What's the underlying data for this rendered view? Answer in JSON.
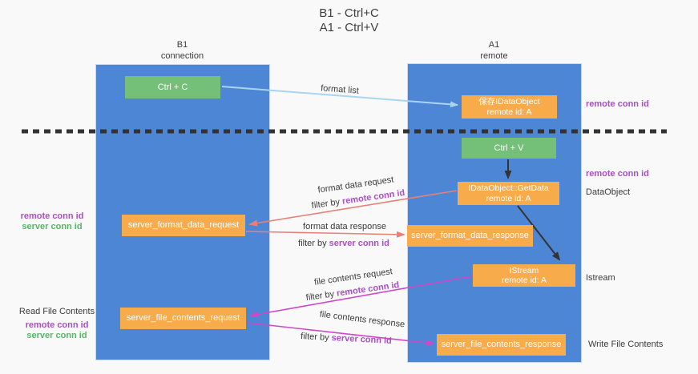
{
  "title": {
    "line1": "B1 - Ctrl+C",
    "line2": "A1 - Ctrl+V"
  },
  "lifelines": {
    "left": {
      "name": "B1",
      "role": "connection"
    },
    "right": {
      "name": "A1",
      "role": "remote"
    }
  },
  "nodes": {
    "ctrl_c": "Ctrl + C",
    "ctrl_v": "Ctrl + V",
    "save_dataobject": {
      "line1": "保存IDataObject",
      "line2": "remote id: A"
    },
    "getdata": {
      "line1": "IDataObject::GetData",
      "line2": "remote id: A"
    },
    "istream": {
      "line1": "IStream",
      "line2": "remote id: A"
    },
    "format_request": "server_format_data_request",
    "format_response": "server_format_data_response",
    "file_request": "server_file_contents_request",
    "file_response": "server_file_contents_response"
  },
  "edge_labels": {
    "format_list": "format list",
    "format_data_request": "format data request",
    "format_data_response": "format data response",
    "file_contents_request": "file contents request",
    "file_contents_response": "file contents response",
    "filter_by": "filter by",
    "remote_conn_id": "remote conn id",
    "server_conn_id": "server conn id"
  },
  "side_labels": {
    "right_top_remote": "remote conn id",
    "right_mid_remote": "remote conn id",
    "dataobject": "DataObject",
    "istream": "Istream",
    "write_file_contents": "Write File Contents",
    "left_mid_remote": "remote conn id",
    "left_mid_server": "server conn id",
    "read_file_contents": "Read File Contents",
    "left_bottom_remote": "remote conn id",
    "left_bottom_server": "server conn id"
  },
  "colors": {
    "lifeline_blue": "#4e86d6",
    "node_orange": "#f8ab4a",
    "node_green": "#74c078",
    "arrow_red": "#e88078",
    "arrow_magenta": "#ce49c5",
    "arrow_light_blue": "#a9d4f2",
    "arrow_black": "#333333",
    "conn_id_purple": "#a94fc2",
    "conn_id_green": "#58b368",
    "background": "#f9f9f9"
  }
}
